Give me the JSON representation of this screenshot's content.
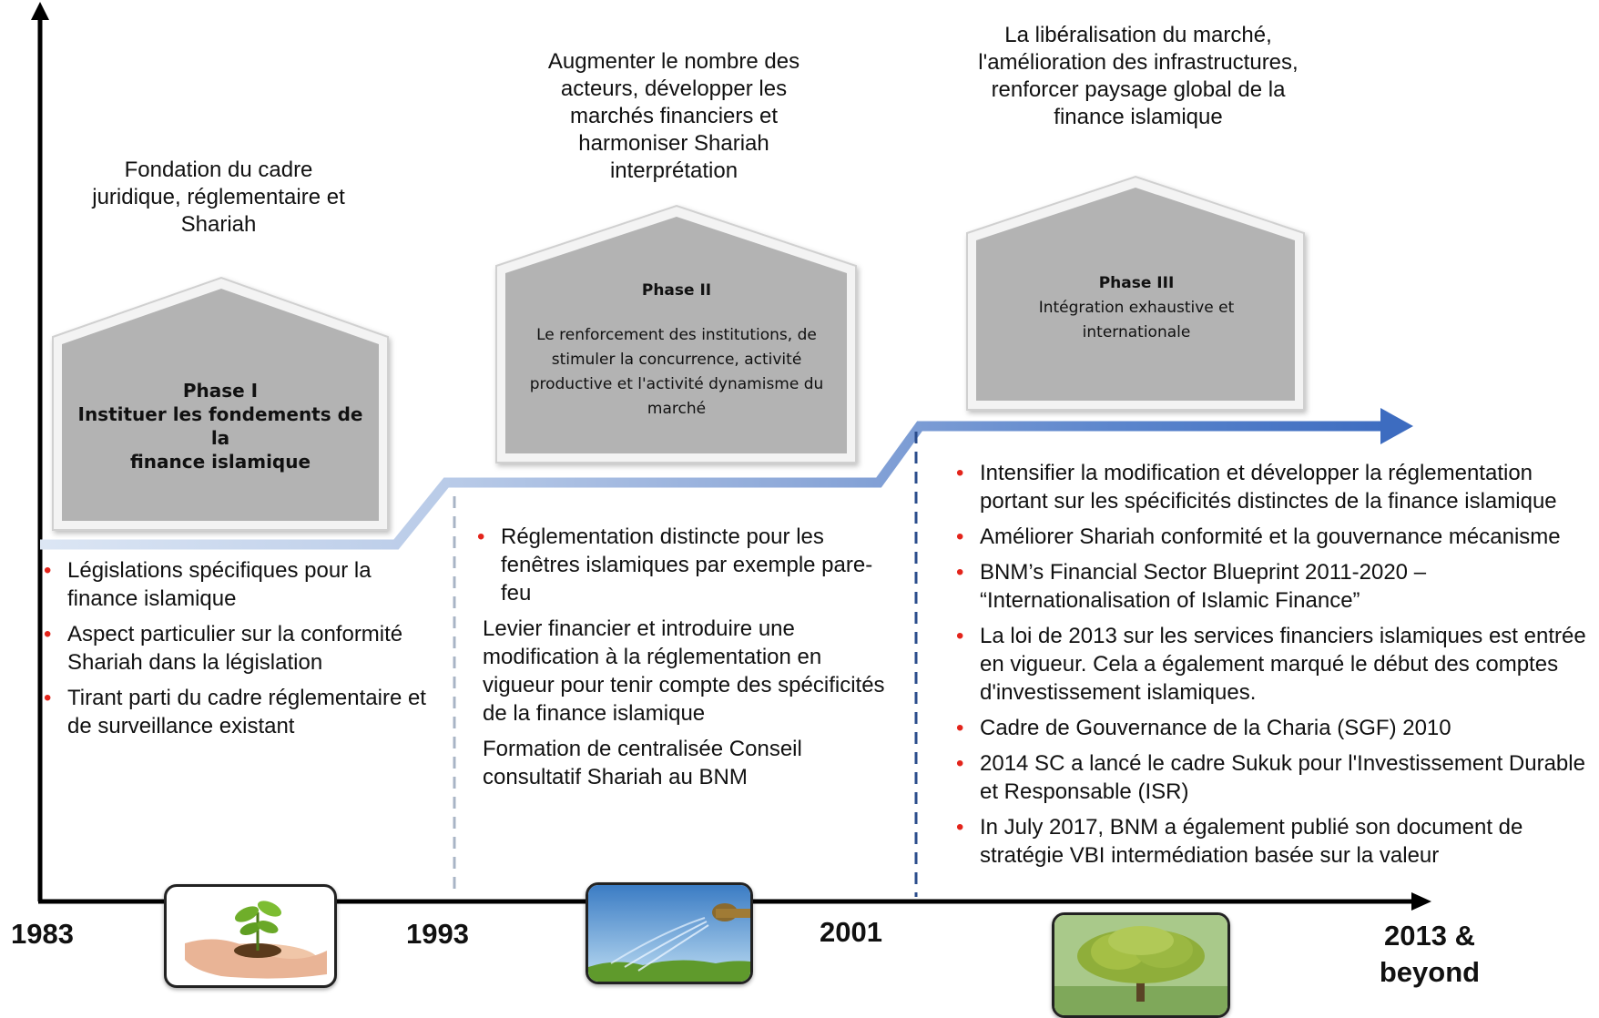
{
  "years": [
    "1983",
    "1993",
    "2001",
    "2013 &",
    "beyond"
  ],
  "goals": {
    "phase1": [
      "Fondation du cadre",
      "juridique, réglementaire et",
      "Shariah"
    ],
    "phase2": [
      "Augmenter le nombre des",
      "acteurs, développer les",
      "marchés financiers et",
      "harmoniser Shariah",
      "interprétation"
    ],
    "phase3": [
      "La libéralisation du marché,",
      "l'amélioration des infrastructures,",
      "renforcer paysage global de la",
      "finance islamique"
    ]
  },
  "houses": {
    "phase1": {
      "title": "Phase I",
      "sub": [
        "Instituer les fondements de la",
        "finance islamique"
      ]
    },
    "phase2": {
      "title": "Phase II",
      "sub": [
        "Le renforcement des institutions, de",
        "stimuler la concurrence, activité",
        "productive et l'activité dynamisme du",
        "marché"
      ]
    },
    "phase3": {
      "title": "Phase III",
      "sub": [
        "Intégration exhaustive et",
        "internationale"
      ]
    }
  },
  "bullets": {
    "phase1": [
      "Législations spécifiques pour la finance islamique",
      "Aspect particulier sur la conformité Shariah dans la législation",
      "Tirant parti du cadre réglementaire et de surveillance existant"
    ],
    "phase2": [
      "Réglementation distincte pour les fenêtres islamiques par exemple pare-feu",
      "Levier financier et introduire une modification à la réglementation en vigueur pour tenir compte des spécificités de la finance islamique",
      "Formation de centralisée Conseil consultatif Shariah au BNM"
    ],
    "phase3": [
      "Intensifier la modification et développer la réglementation portant sur les spécificités distinctes de la finance islamique",
      "Améliorer Shariah conformité et la gouvernance mécanisme",
      "BNM’s Financial Sector Blueprint 2011-2020 – “Internationalisation of Islamic Finance”",
      "La loi de 2013 sur les services financiers islamiques est entrée en vigueur. Cela a également marqué le début des comptes d'investissement islamiques.",
      "Cadre de Gouvernance de la Charia (SGF) 2010",
      "2014 SC a lancé le cadre Sukuk pour l'Investissement Durable et Responsable (ISR)",
      "In July 2017, BNM a également publié son document de stratégie VBI intermédiation basée sur la valeur"
    ]
  },
  "colors": {
    "arrow": "#4472c4",
    "bullet": "#e3241b",
    "house_fill": "#b3b3b3"
  },
  "icons": [
    "seedling-in-hand-photo",
    "watering-can-photo",
    "tree-photo"
  ]
}
